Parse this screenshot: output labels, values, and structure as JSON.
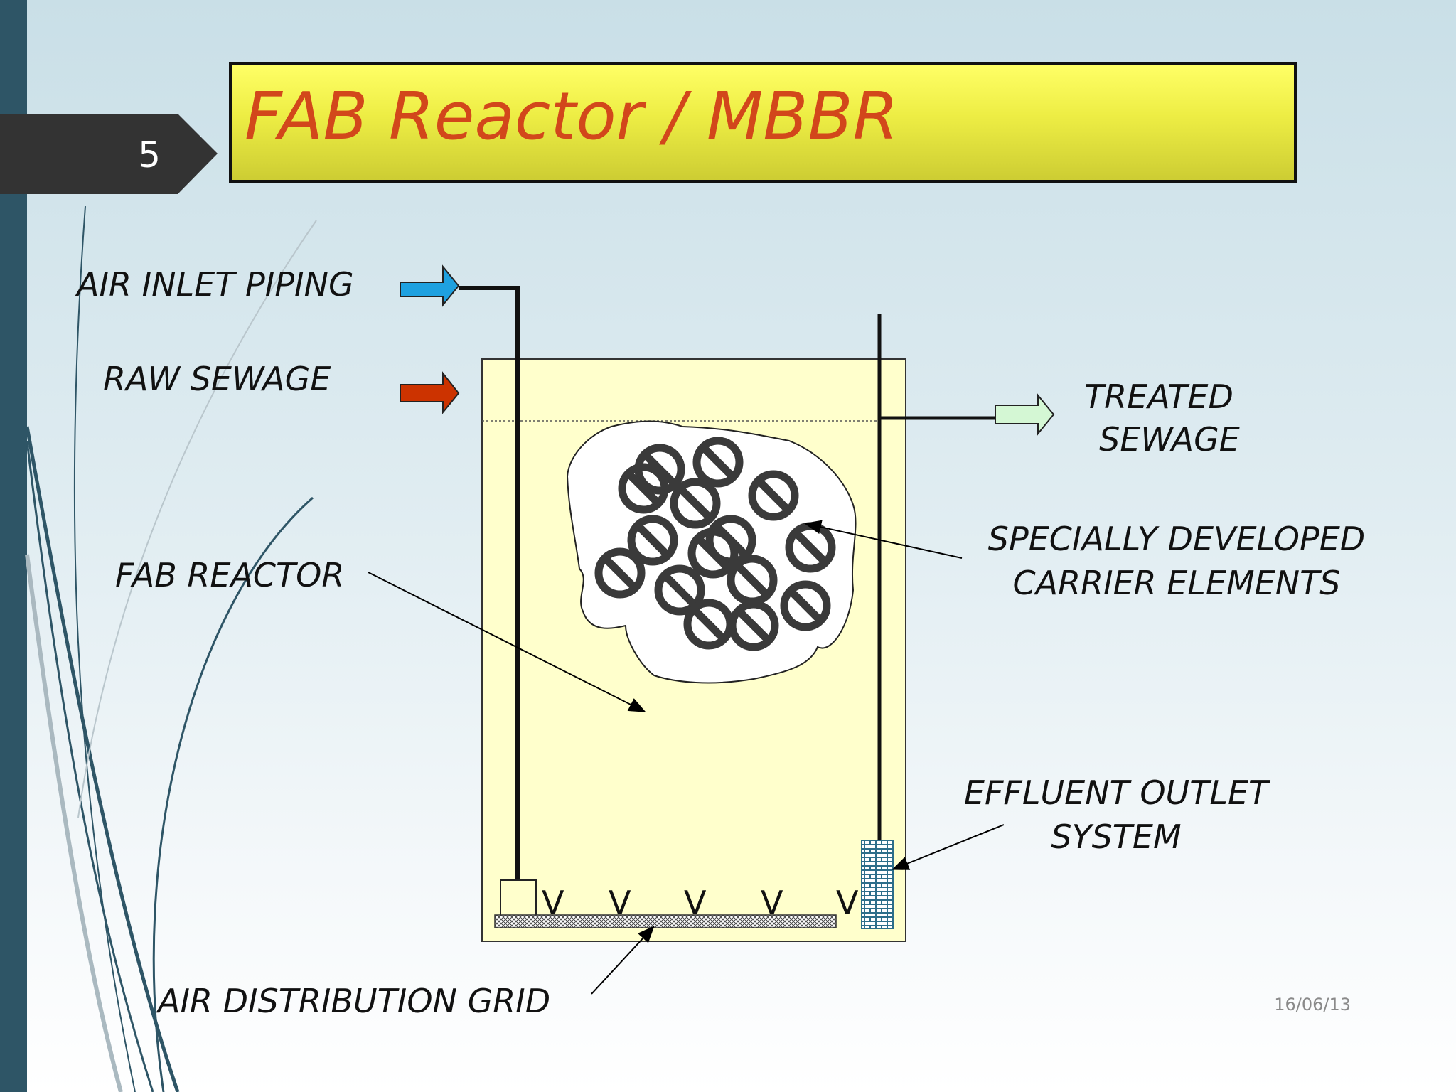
{
  "slide": {
    "number": "5",
    "title": "FAB Reactor / MBBR",
    "date": "16/06/13",
    "title_fill_color": "#ffff66",
    "title_text_color": "#d2471b"
  },
  "labels": {
    "air_inlet_piping": "AIR INLET PIPING",
    "raw_sewage": "RAW SEWAGE",
    "fab_reactor": "FAB REACTOR",
    "air_distribution_grid": "AIR DISTRIBUTION GRID",
    "treated_sewage": [
      "TREATED",
      "SEWAGE"
    ],
    "carrier_elements": [
      "SPECIALLY DEVELOPED",
      "CARRIER  ELEMENTS"
    ],
    "effluent_outlet": [
      "EFFLUENT OUTLET",
      "SYSTEM"
    ]
  },
  "diffuser_marks": [
    "V",
    "V",
    "V",
    "V",
    "V"
  ],
  "colors": {
    "air_arrow": "#1ea1e0",
    "raw_sewage_arrow": "#cc3300",
    "treated_sewage_arrow": "#d4f7d4",
    "tank_fill": "#ffffcc",
    "carrier_ring": "#3a3a3a",
    "brick_outlet": "#2d6e8a"
  },
  "icons": {
    "slide_tab": "pentagon-tab-icon",
    "carrier": "ring-with-slash-icon"
  }
}
